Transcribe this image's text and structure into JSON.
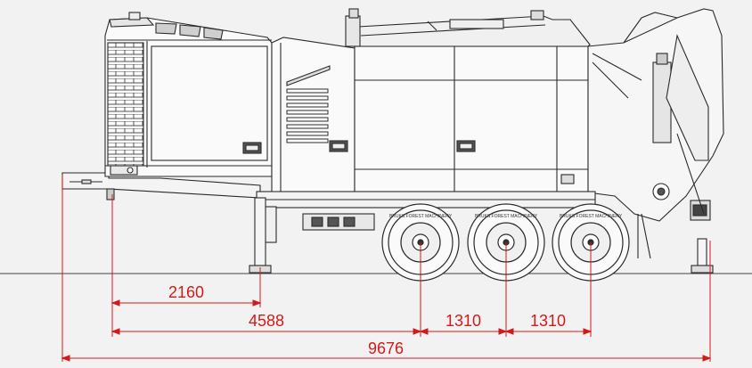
{
  "colors": {
    "background": "#f2f2f2",
    "drawing_stroke": "#2a2a2a",
    "dimension": "#d21a1a",
    "ground": "#444444"
  },
  "drawing": {
    "vehicle_icon": "mobile-chipper-trailer-side-view",
    "wheel_text": "BRUKS FOREST MACHINERY"
  },
  "dimensions": {
    "d1": "2160",
    "d2": "4588",
    "d3": "1310",
    "d4": "1310",
    "d5": "9676"
  }
}
